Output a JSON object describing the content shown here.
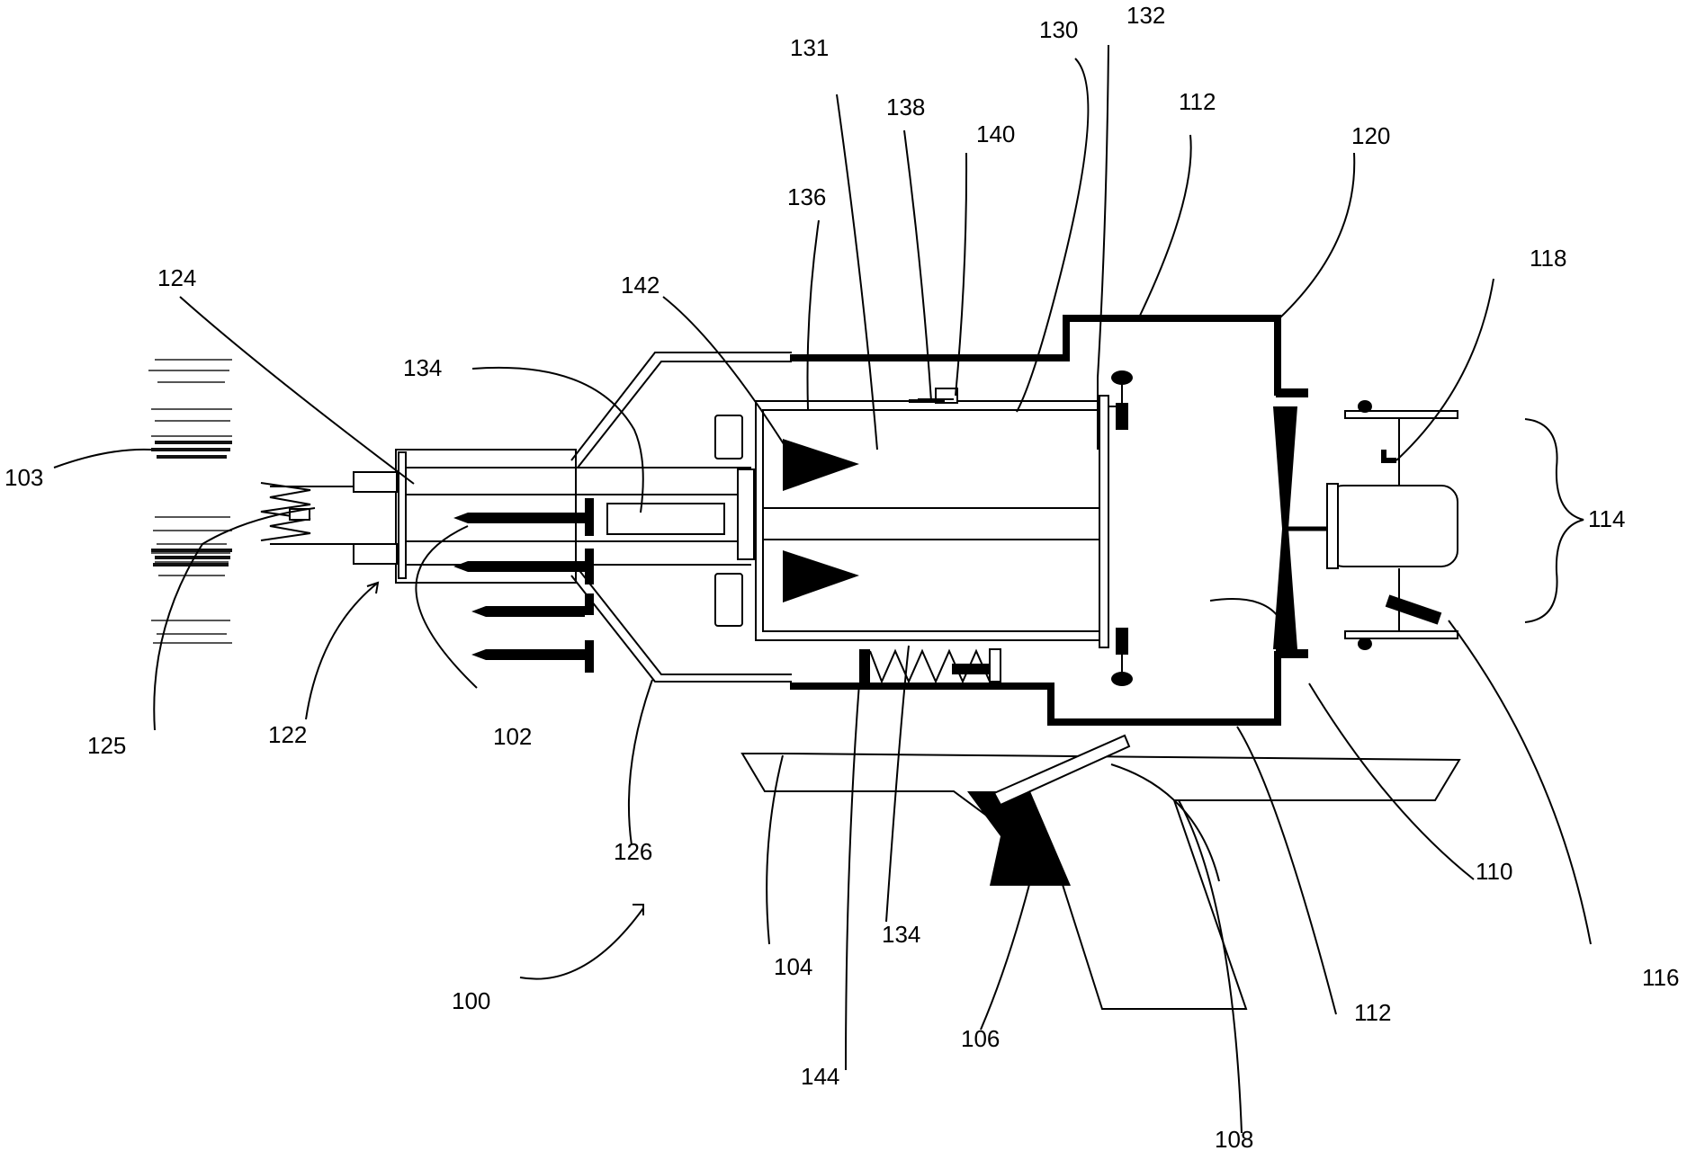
{
  "figure": {
    "labels": {
      "l100": "100",
      "l102": "102",
      "l103": "103",
      "l104": "104",
      "l106": "106",
      "l108": "108",
      "l110": "110",
      "l112a": "112",
      "l112b": "112",
      "l114": "114",
      "l116": "116",
      "l118": "118",
      "l120": "120",
      "l122": "122",
      "l124": "124",
      "l125": "125",
      "l126": "126",
      "l130": "130",
      "l131": "131",
      "l132": "132",
      "l134a": "134",
      "l134b": "134",
      "l136": "136",
      "l138": "138",
      "l140": "140",
      "l142": "142",
      "l144": "144"
    },
    "colors": {
      "ink": "#000000",
      "paper": "#ffffff",
      "texture": "#555555"
    }
  }
}
